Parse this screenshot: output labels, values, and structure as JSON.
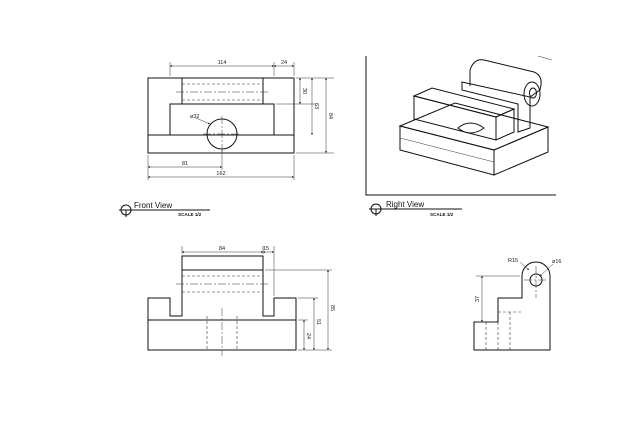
{
  "front_view": {
    "title": "Front View",
    "scale": "SCALE 1/2",
    "dims": {
      "d114": "114",
      "d24": "24",
      "d30": "30",
      "d63": "63",
      "d84": "84",
      "hole": "ø32",
      "d81": "81",
      "d162": "162"
    }
  },
  "right_view": {
    "title": "Right View",
    "scale": "SCALE 1/2"
  },
  "top_view": {
    "dims": {
      "d84": "84",
      "d15": "15",
      "d85": "85",
      "d51": "51",
      "d24": "24"
    }
  },
  "side_view": {
    "dims": {
      "r15": "R15",
      "hole": "ø16",
      "d37": "37"
    }
  },
  "colors": {
    "line": "#111111",
    "paper": "#ffffff"
  }
}
